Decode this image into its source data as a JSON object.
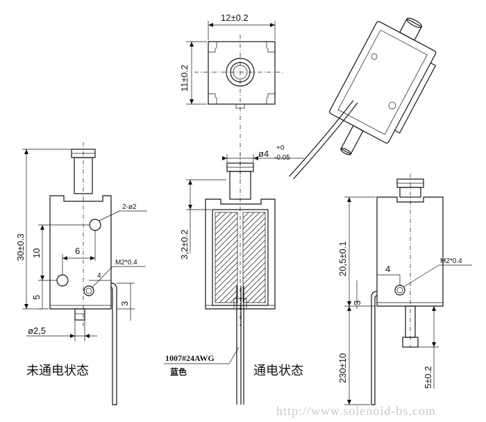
{
  "views": {
    "top": {
      "width_dim": "12±0.2",
      "height_dim": "11±0.2"
    },
    "left": {
      "caption": "未通电状态",
      "dims": {
        "height": "30±0.3",
        "hole_spacing": "10",
        "hole_offset": "6",
        "hole_label": "2-ø2",
        "thread_label": "M2*0.4",
        "thread_offset": "4",
        "bottom_offset": "5",
        "tab_thickness": "3",
        "plunger_dia": "ø2,5"
      }
    },
    "middle": {
      "caption": "通电状态",
      "dims": {
        "plunger_dia": "ø4",
        "plunger_tol_upper": "+0",
        "plunger_tol_lower": "-0.05",
        "stroke": "3,2±0.2"
      },
      "wire_label_1": "1007#24AWG",
      "wire_label_2": "蓝色"
    },
    "right": {
      "dims": {
        "frame_height": "20,5±0.1",
        "thread_offset": "4",
        "thread_label": "M2*0.4",
        "tab_thickness": "3",
        "wire_length": "230±10",
        "plunger_ext": "5±0.2"
      }
    }
  },
  "watermark": "http://www.solenoid-bs.com"
}
